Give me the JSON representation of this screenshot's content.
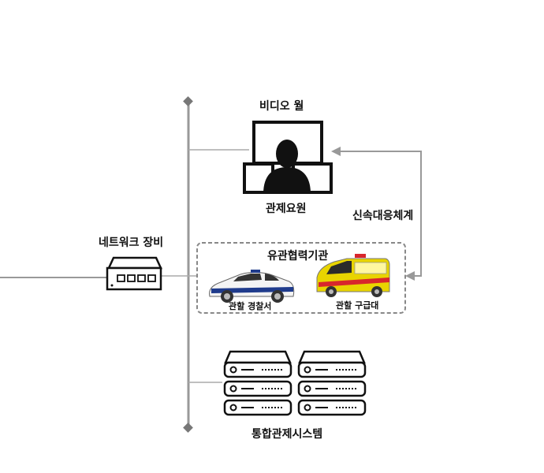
{
  "labels": {
    "video_wall": "비디오 월",
    "operator": "관제요원",
    "rapid_response": "신속대응체계",
    "network_equipment": "네트워크 장비",
    "partner_agencies": "유관협력기관",
    "police_station": "관할 경찰서",
    "ambulance_team": "관할 구급대",
    "integrated_system": "통합관제시스템"
  },
  "colors": {
    "line": "#999999",
    "dark": "#111111",
    "dashed_border": "#888888",
    "police_blue": "#1f3b8c",
    "ambulance_yellow": "#e8d400"
  },
  "icons": [
    "video-wall-icon",
    "operator-icon",
    "network-switch-icon",
    "police-car-icon",
    "ambulance-icon",
    "server-icon"
  ]
}
